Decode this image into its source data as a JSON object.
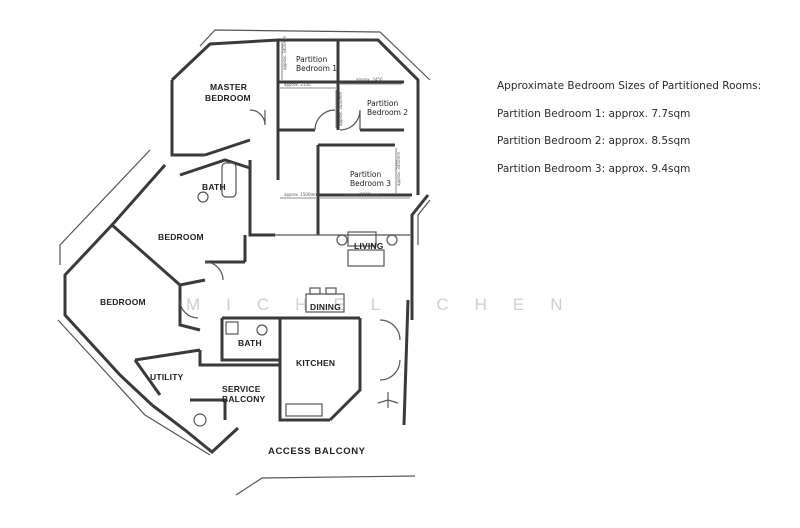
{
  "rooms": {
    "master_bedroom_1": "MASTER",
    "master_bedroom_2": "BEDROOM",
    "bedroom_top": "BEDROOM",
    "bedroom_left": "BEDROOM",
    "bath_upper": "BATH",
    "bath_lower": "BATH",
    "living": "LIVING",
    "dining": "DINING",
    "kitchen": "KITCHEN",
    "utility": "UTILITY",
    "service_balcony_1": "SERVICE",
    "service_balcony_2": "BALCONY",
    "access_balcony": "ACCESS BALCONY"
  },
  "partitions": {
    "p1_line1": "Partition",
    "p1_line2": "Bedroom 1",
    "p2_line1": "Partition",
    "p2_line2": "Bedroom 2",
    "p3_line1": "Partition",
    "p3_line2": "Bedroom 3"
  },
  "dimensions": {
    "d1": "approx. 3400mm",
    "d2": "approx. 2150",
    "d3": "approx. 2450",
    "d4": "approx. 3450mm",
    "d5": "approx. 3450mm",
    "d6": "approx. 1500mm",
    "d7": "approx. 2600mm"
  },
  "watermark": "MICHEL CHEN",
  "info": {
    "heading": "Approximate Bedroom Sizes of Partitioned Rooms:",
    "lines": [
      "Partition Bedroom 1: approx. 7.7sqm",
      "Partition Bedroom 2: approx. 8.5sqm",
      "Partition Bedroom 3: approx. 9.4sqm"
    ]
  }
}
